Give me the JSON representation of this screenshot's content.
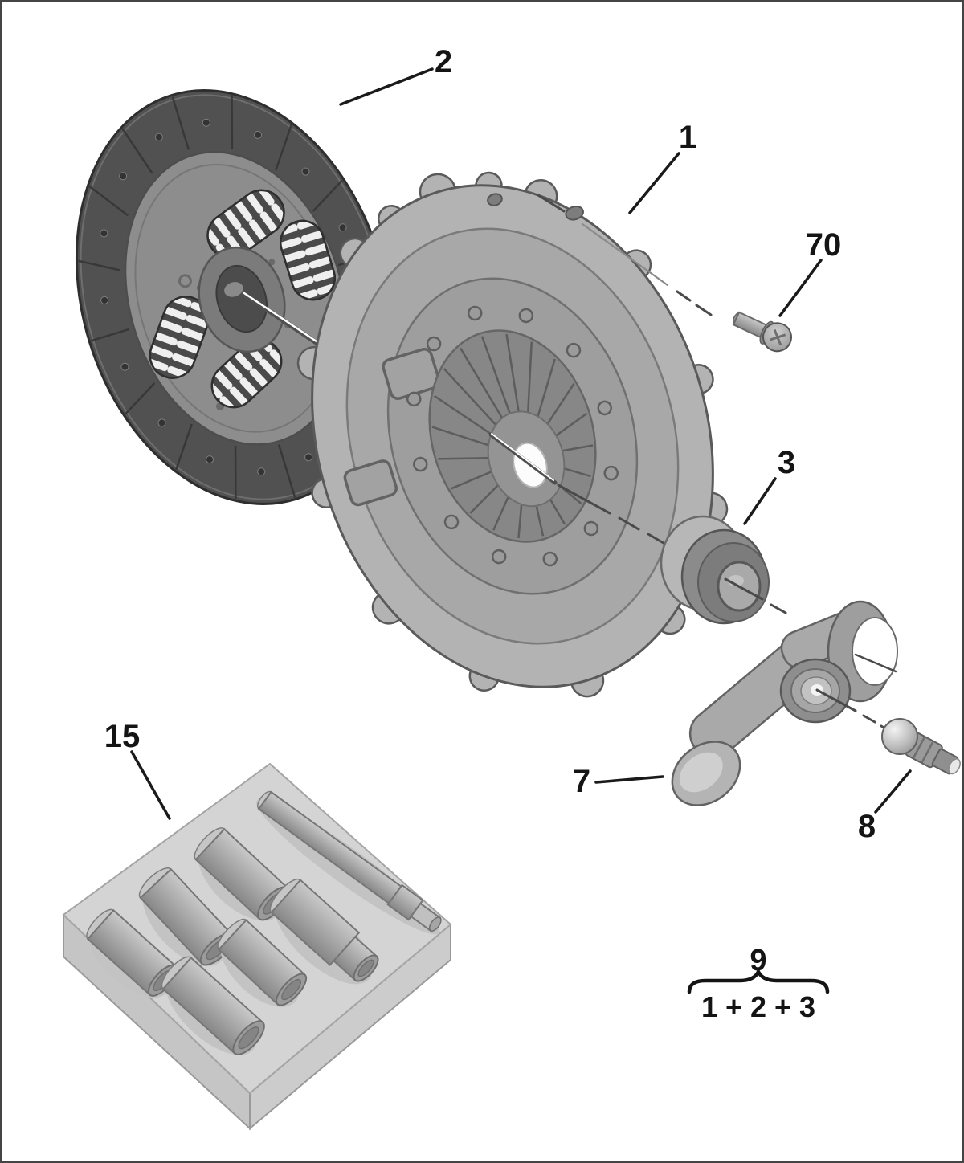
{
  "figure": {
    "type": "exploded-parts-diagram",
    "subject": "clutch-kit",
    "callouts": {
      "pressure_plate": "1",
      "clutch_disc": "2",
      "release_bearing": "3",
      "release_fork": "7",
      "ball_stud": "8",
      "kit": "9",
      "sleeve_kit": "15",
      "bolt": "70",
      "kit_components": "1 + 2 + 3"
    },
    "colors": {
      "background": "#ffffff",
      "border": "#454545",
      "callout_text": "#141414",
      "leader_line": "#1a1a1a",
      "metal_light": "#c9c9c9",
      "metal_mid": "#9a9a9a",
      "metal_dark": "#4f4f4f",
      "foam_box": "#d4d4d4"
    }
  }
}
